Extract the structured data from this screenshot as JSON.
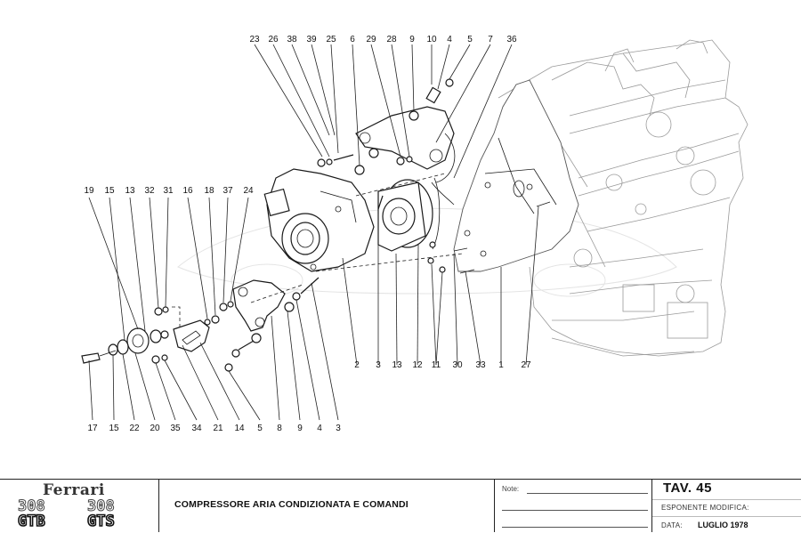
{
  "document": {
    "type": "parts-catalog-plate",
    "brand": "Ferrari",
    "models": [
      {
        "number": "308",
        "variant": "GTB"
      },
      {
        "number": "308",
        "variant": "GTS"
      }
    ],
    "title": "COMPRESSORE ARIA CONDIZIONATA E COMANDI"
  },
  "title_block": {
    "notes_label": "Note:",
    "plate_label": "TAV. 45",
    "revision_label": "ESPONENTE MODIFICA:",
    "revision_value": "",
    "date_label": "DATA:",
    "date_value": "LUGLIO 1978"
  },
  "callouts": {
    "top_row": [
      "23",
      "26",
      "38",
      "39",
      "25",
      "6",
      "29",
      "28",
      "9",
      "10",
      "4",
      "5",
      "7",
      "36"
    ],
    "left_row": [
      "19",
      "15",
      "13",
      "32",
      "31",
      "16",
      "18",
      "37",
      "24"
    ],
    "bottom_left_row": [
      "17",
      "15",
      "22",
      "20",
      "35",
      "34",
      "21",
      "14",
      "5",
      "8",
      "9",
      "4",
      "3"
    ],
    "bottom_right_row": [
      "2",
      "3",
      "13",
      "12",
      "11",
      "30",
      "33",
      "1",
      "27"
    ]
  },
  "diagram": {
    "components": [
      "air-conditioning-compressor",
      "compressor-clutch-pulley",
      "mounting-bracket-upper",
      "mounting-bracket-lower",
      "belt-tensioner-pulley",
      "tensioner-arm",
      "timing-belt-cover",
      "engine-block-outline"
    ]
  }
}
